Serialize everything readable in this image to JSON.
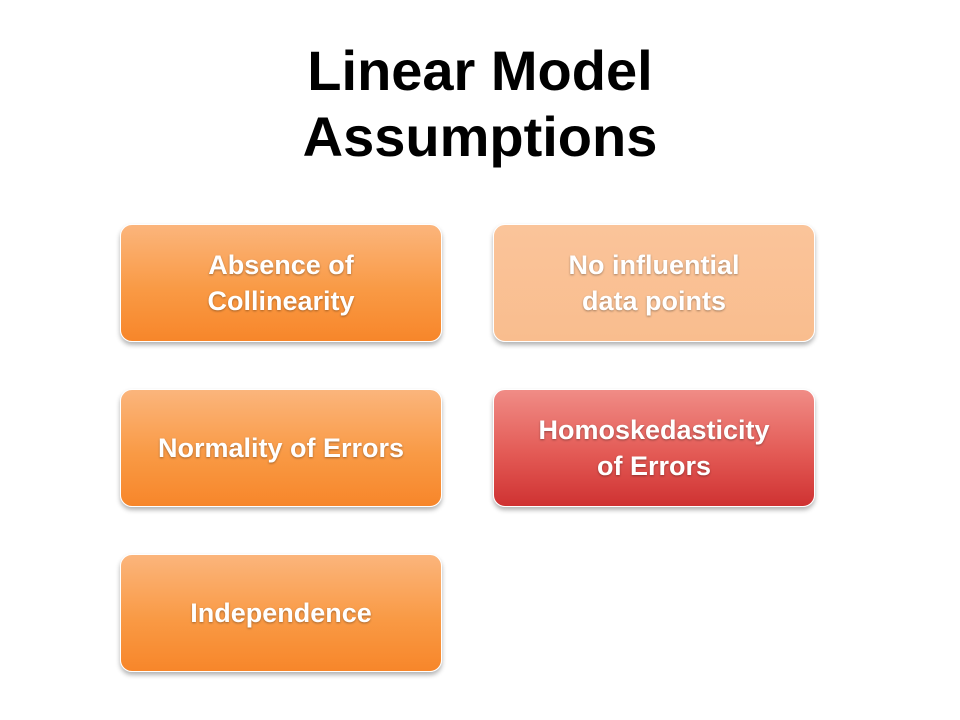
{
  "title": {
    "line1": "Linear Model",
    "line2": "Assumptions"
  },
  "boxes": [
    {
      "label": "Absence of\nCollinearity",
      "color": "#f99a45"
    },
    {
      "label": "No influential\ndata points",
      "color": "#f9bd8e"
    },
    {
      "label": "Normality of Errors",
      "color": "#f99a45"
    },
    {
      "label": "Homoskedasticity\nof Errors",
      "color": "#e35a55"
    },
    {
      "label": "Independence",
      "color": "#f99a45"
    }
  ]
}
